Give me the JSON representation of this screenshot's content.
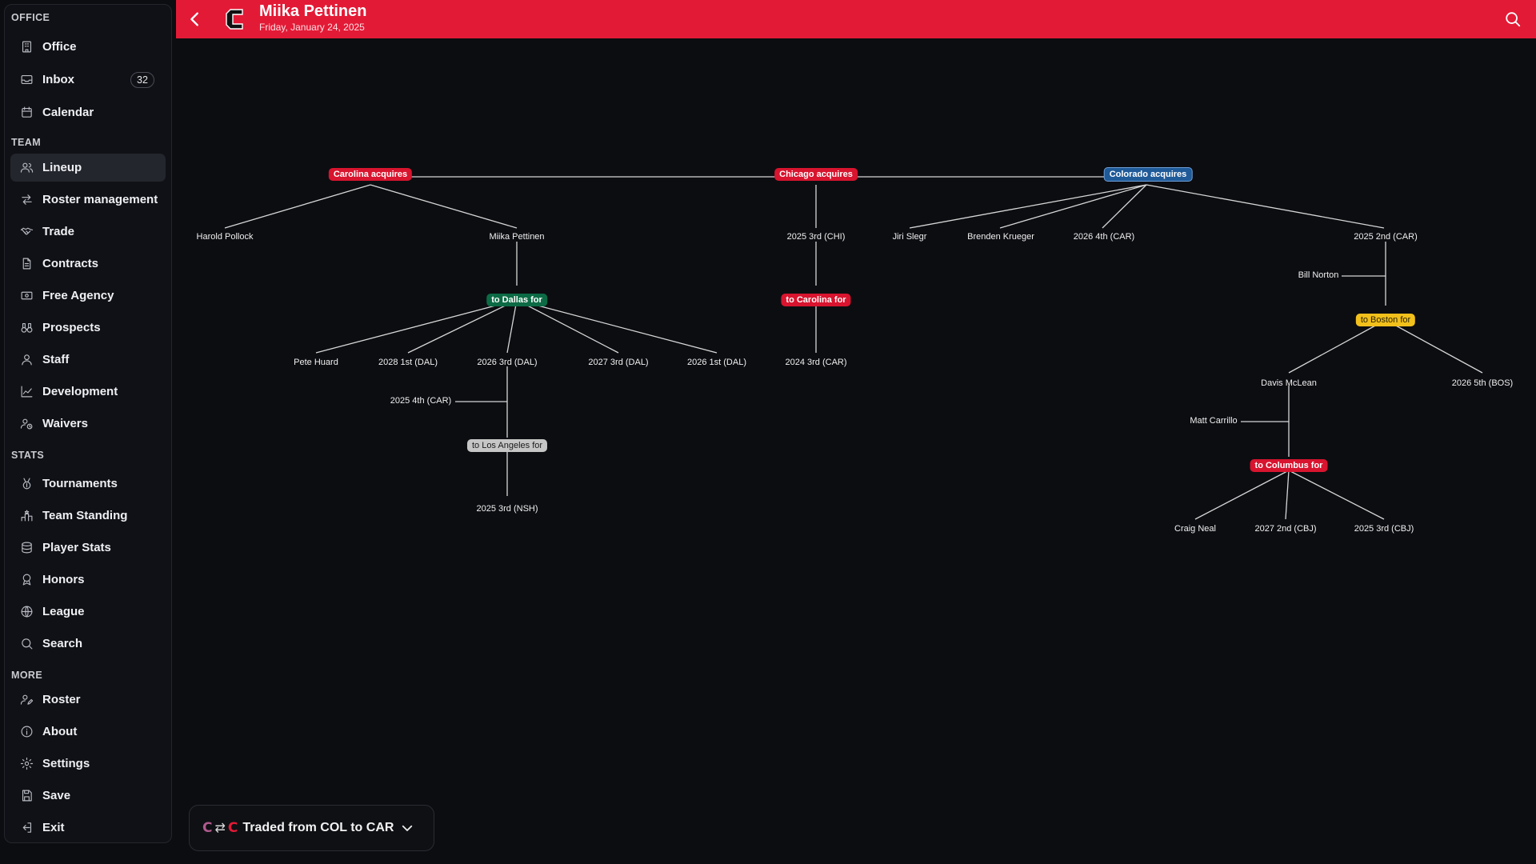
{
  "header": {
    "title": "Miika Pettinen",
    "date": "Friday, January 24, 2025"
  },
  "sidebar": {
    "sections": {
      "office": "OFFICE",
      "team": "TEAM",
      "stats": "STATS",
      "more": "MORE"
    },
    "items": {
      "office": "Office",
      "inbox": "Inbox",
      "inbox_count": "32",
      "calendar": "Calendar",
      "lineup": "Lineup",
      "roster_management": "Roster management",
      "trade": "Trade",
      "contracts": "Contracts",
      "free_agency": "Free Agency",
      "prospects": "Prospects",
      "staff": "Staff",
      "development": "Development",
      "waivers": "Waivers",
      "tournaments": "Tournaments",
      "team_standing": "Team Standing",
      "player_stats": "Player Stats",
      "honors": "Honors",
      "league": "League",
      "search": "Search",
      "roster": "Roster",
      "about": "About",
      "settings": "Settings",
      "save": "Save",
      "exit": "Exit"
    }
  },
  "tree": {
    "carolina_acquires": "Carolina acquires",
    "chicago_acquires": "Chicago acquires",
    "colorado_acquires": "Colorado acquires",
    "harold_pollock": "Harold Pollock",
    "miika_pettinen": "Miika Pettinen",
    "chi_2025_3rd": "2025 3rd (CHI)",
    "jiri_slegr": "Jiri Slegr",
    "brenden_krueger": "Brenden Krueger",
    "car_2026_4th": "2026 4th (CAR)",
    "car_2025_2nd": "2025 2nd (CAR)",
    "to_dallas": "to Dallas for",
    "to_carolina": "to Carolina for",
    "bill_norton": "Bill Norton",
    "to_boston": "to Boston for",
    "pete_huard": "Pete Huard",
    "dal_2028_1st": "2028 1st (DAL)",
    "dal_2026_3rd": "2026 3rd (DAL)",
    "dal_2027_3rd": "2027 3rd (DAL)",
    "dal_2026_1st": "2026 1st (DAL)",
    "car_2024_3rd": "2024 3rd (CAR)",
    "car_2025_4th": "2025 4th (CAR)",
    "to_los_angeles": "to Los Angeles for",
    "nsh_2025_3rd": "2025 3rd (NSH)",
    "davis_mclean": "Davis McLean",
    "bos_2026_5th": "2026 5th (BOS)",
    "matt_carrillo": "Matt Carrillo",
    "to_columbus": "to Columbus for",
    "craig_neal": "Craig Neal",
    "cbj_2027_2nd": "2027 2nd (CBJ)",
    "cbj_2025_3rd": "2025 3rd (CBJ)"
  },
  "trade_selector": {
    "label": "Traded from COL to CAR"
  },
  "colors": {
    "header": "#e31a36",
    "red_pill": "#d8142e",
    "blue_pill": "#1f5a99",
    "green_pill": "#0c6b45",
    "yellow_pill": "#f2c01b",
    "gray_pill": "#c6c6c6"
  }
}
